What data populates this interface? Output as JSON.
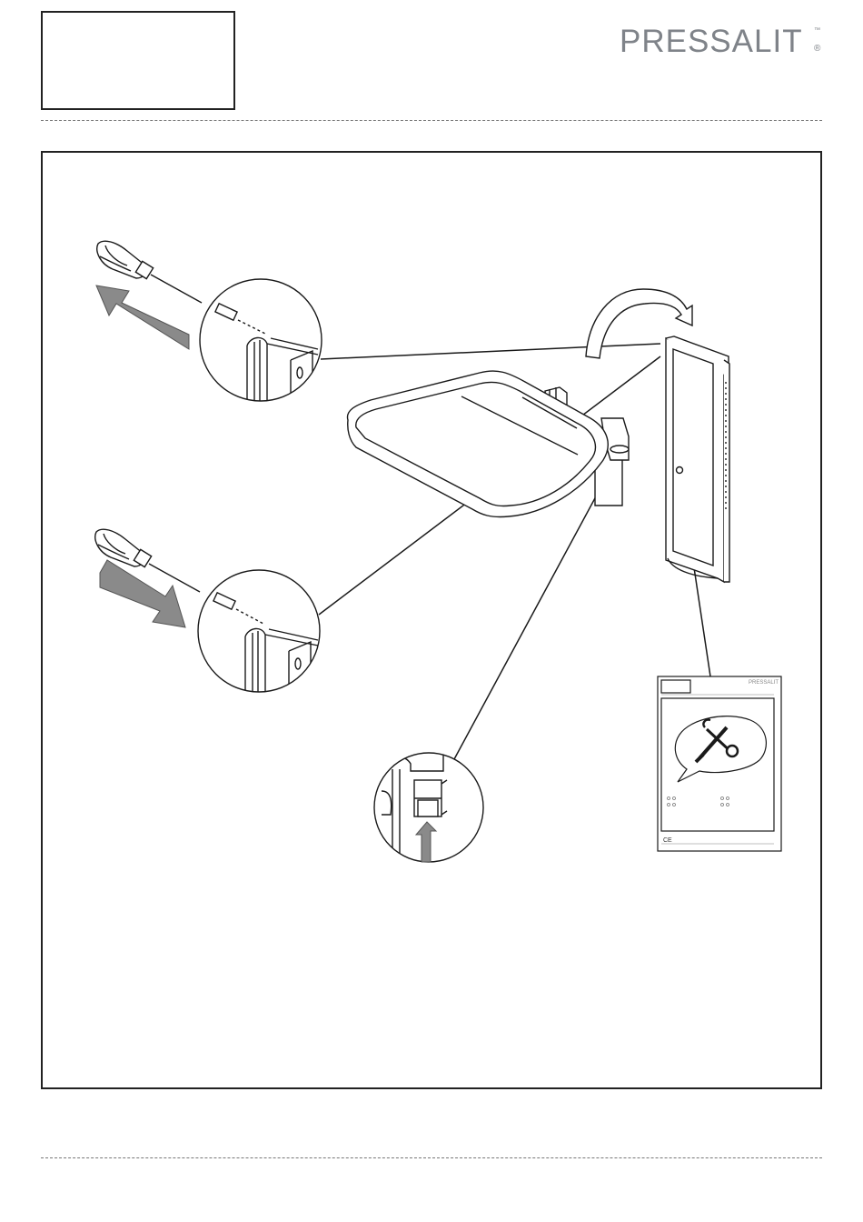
{
  "header": {
    "brand_name": "PRESSALIT",
    "brand_tm": "™",
    "brand_reg": "®"
  },
  "manual_card": {
    "brand_name": "PRESSALIT",
    "ce_mark": "CE",
    "icon": "tools-icon"
  },
  "colors": {
    "line": "#1a1a1a",
    "arrow_gray": "#8a8a8a",
    "brand_gray": "#7f8389"
  }
}
